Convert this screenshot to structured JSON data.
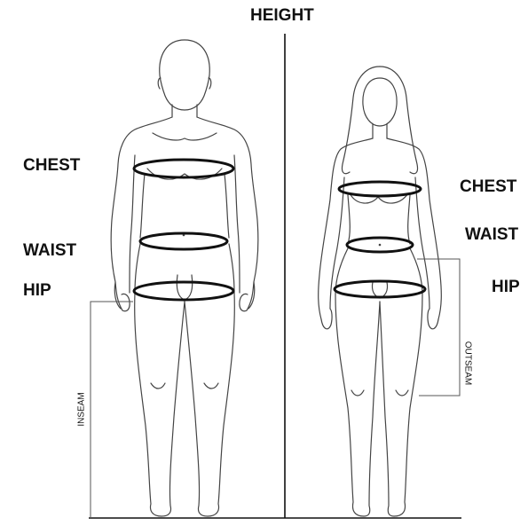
{
  "labels": {
    "height": "HEIGHT",
    "left": {
      "chest": "CHEST",
      "waist": "WAIST",
      "hip": "HIP",
      "inseam": "INSEAM"
    },
    "right": {
      "chest": "CHEST",
      "waist": "WAIST",
      "hip": "HIP",
      "outseam": "OUTSEAM"
    }
  },
  "colors": {
    "ink": "#111111",
    "outline": "#444444",
    "background": "#ffffff"
  }
}
